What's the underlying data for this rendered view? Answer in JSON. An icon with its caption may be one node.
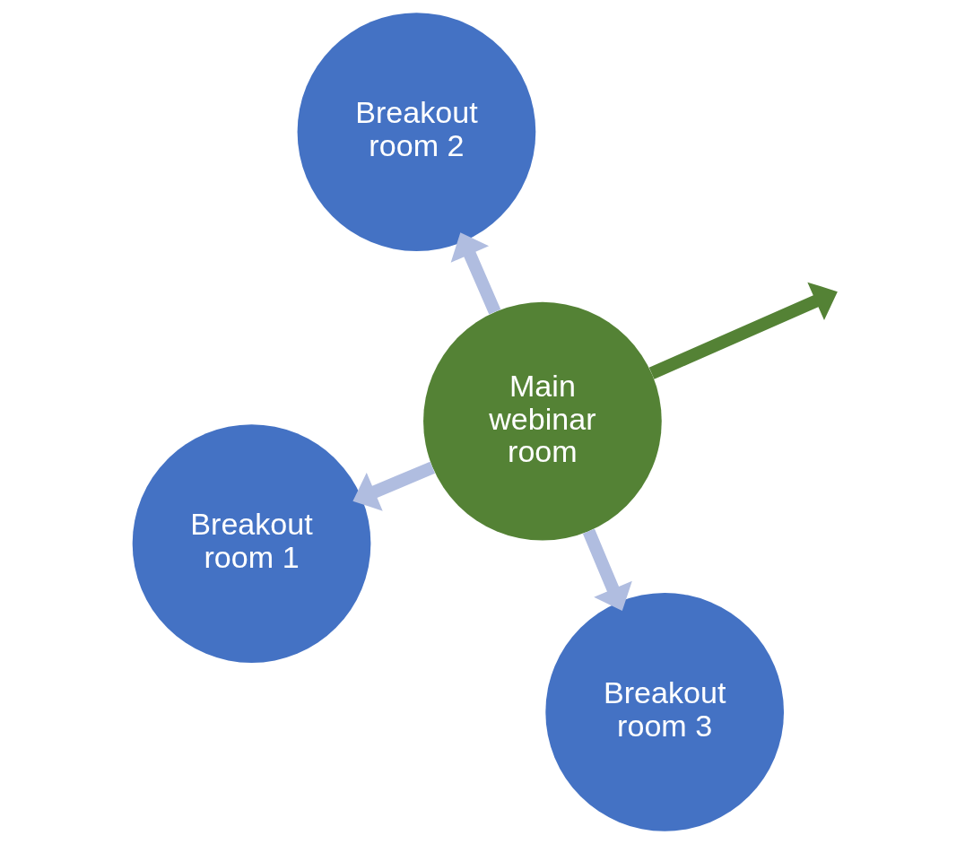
{
  "diagram": {
    "nodes": [
      {
        "text": [
          "Breakout room 1"
        ]
      },
      {
        "text": [
          "Main webinar room"
        ]
      },
      {
        "text": [
          "Breakout room 3"
        ]
      },
      {
        "text": [
          "Breakout room 2"
        ]
      }
    ],
    "edges": [
      {
        "from": 1,
        "to": 0,
        "arrow": "to"
      },
      {
        "from": 1,
        "to": 2,
        "arrow": "to"
      },
      {
        "from": 1,
        "to": 3,
        "arrow": "to"
      },
      {
        "from": 1,
        "to": null,
        "arrow": "to",
        "color": "#548235"
      }
    ]
  }
}
